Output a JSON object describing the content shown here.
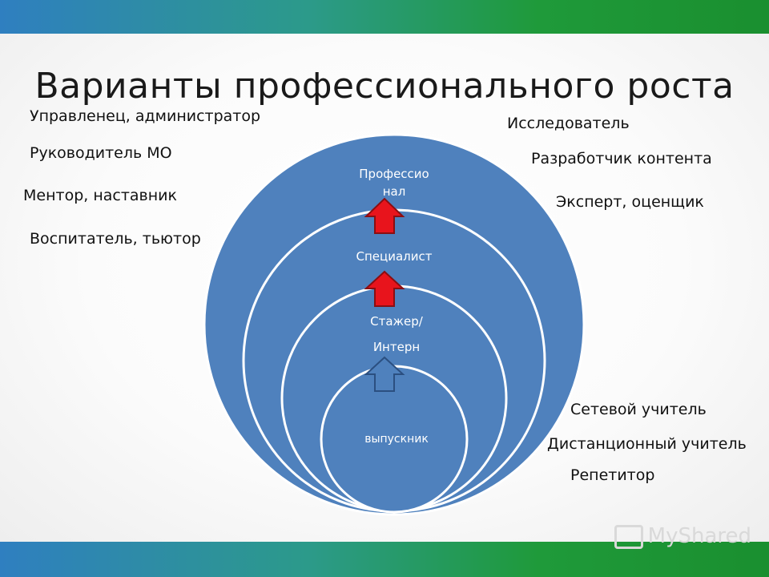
{
  "title": "Варианты профессионального роста",
  "left_roles": [
    "Управленец, администратор",
    "Руководитель МО",
    "Ментор, наставник",
    "Воспитатель, тьютор"
  ],
  "right_top_roles": [
    "Исследователь",
    "Разработчик контента",
    "Эксперт, оценщик"
  ],
  "right_bottom_roles": [
    "Сетевой учитель",
    "Дистанционный учитель",
    "Репетитор"
  ],
  "levels": {
    "level4_line1": "Профессио",
    "level4_line2": "нал",
    "level3": "Специалист",
    "level2_line1": "Стажер/",
    "level2_line2": "Интерн",
    "level1": "выпускник"
  },
  "watermark": "MyShared",
  "colors": {
    "circle_fill": "#4f81bd",
    "circle_stroke": "#ffffff",
    "arrow_red": "#e8141c",
    "arrow_blue": "#4f81bd"
  }
}
